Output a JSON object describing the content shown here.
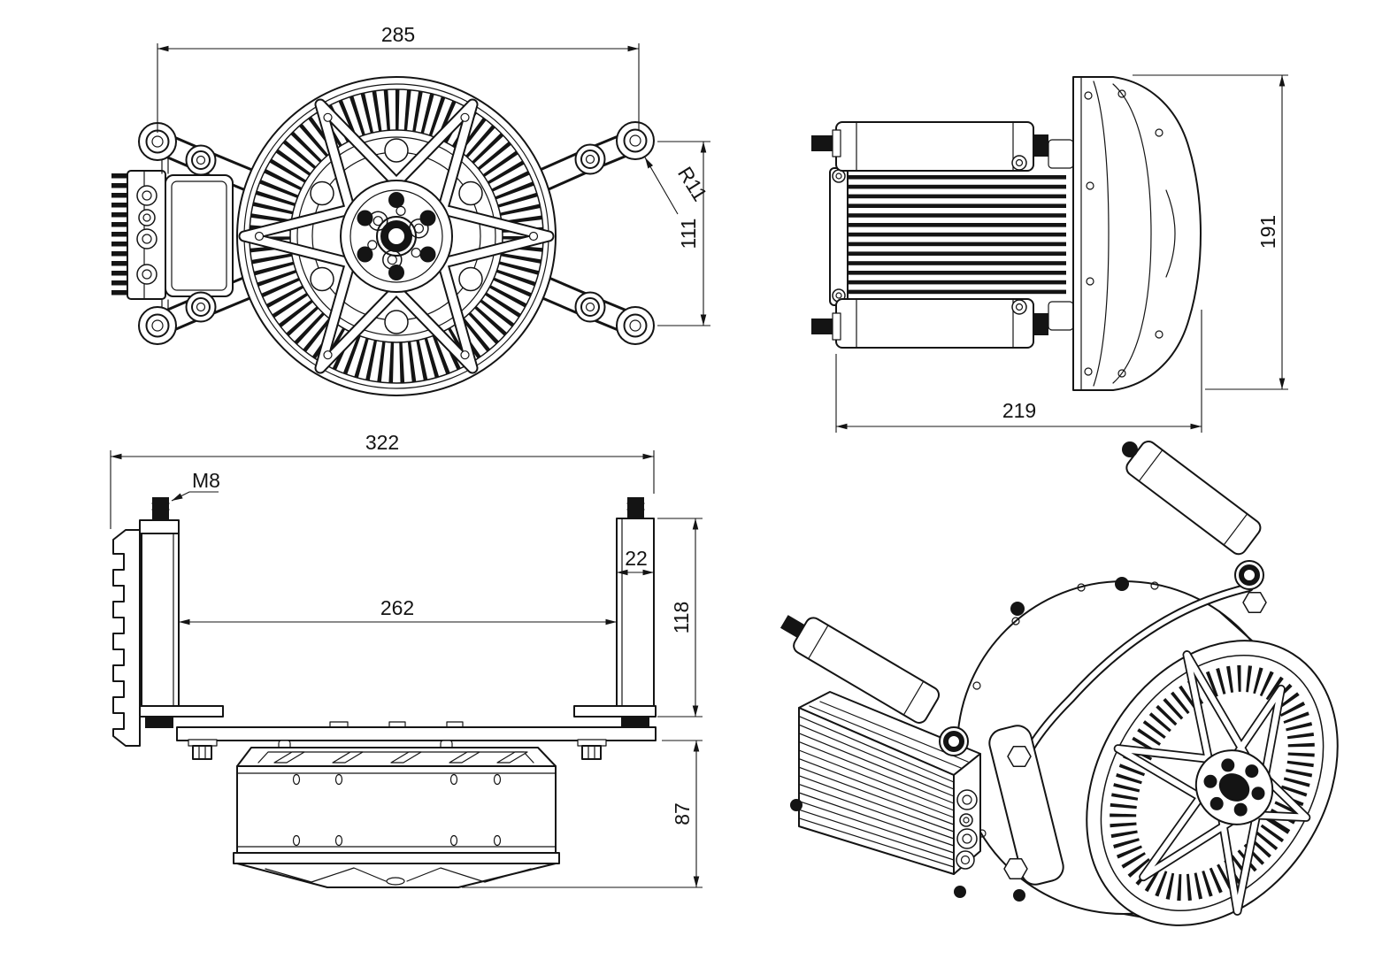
{
  "page": {
    "background": "#ffffff",
    "ink": "#141414",
    "type": "technical-drawing"
  },
  "views": {
    "front": {
      "dim_width": "285",
      "dim_radius": "R11",
      "dim_height": "111"
    },
    "side": {
      "dim_width": "219",
      "dim_height": "191"
    },
    "bottom": {
      "dim_overall_width": "322",
      "dim_thread": "M8",
      "dim_post_width": "22",
      "dim_inner_width": "262",
      "dim_height": "118",
      "dim_drum_height": "87"
    },
    "isometric": {}
  }
}
